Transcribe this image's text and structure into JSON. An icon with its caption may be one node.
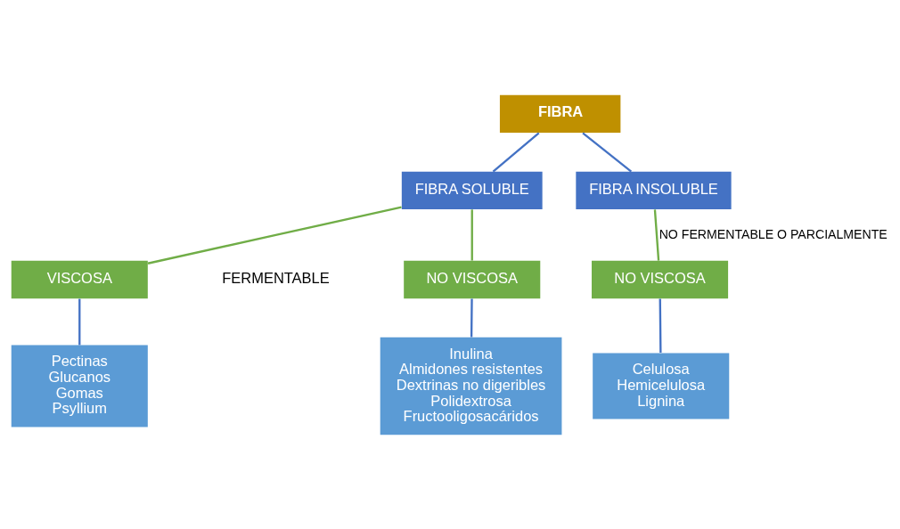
{
  "diagram": {
    "nodes": [
      {
        "text": [
          "FIBRA"
        ]
      },
      {
        "text": [
          "FIBRA SOLUBLE"
        ]
      },
      {
        "text": [
          "FIBRA INSOLUBLE"
        ]
      },
      {
        "text": [
          "VISCOSA"
        ]
      },
      {
        "text": [
          "NO VISCOSA"
        ]
      },
      {
        "text": [
          "NO VISCOSA"
        ]
      },
      {
        "text": [
          "Pectinas",
          "Glucanos",
          "Gomas",
          "Psyllium"
        ]
      },
      {
        "text": [
          "Inulina",
          "Almidones resistentes",
          "Dextrinas no digeribles",
          "Polidextrosa",
          "Fructooligosacáridos"
        ]
      },
      {
        "text": [
          "Celulosa",
          "Hemicelulosa",
          "Lignina"
        ]
      }
    ],
    "edges": [
      {
        "from": 0,
        "to": 1,
        "arrow": "none"
      },
      {
        "from": 0,
        "to": 2,
        "arrow": "none"
      },
      {
        "from": 1,
        "to": 3,
        "arrow": "none",
        "color": "#70ad47"
      },
      {
        "from": 1,
        "to": 4,
        "arrow": "none",
        "color": "#70ad47"
      },
      {
        "from": 2,
        "to": 5,
        "arrow": "none",
        "color": "#70ad47",
        "label": "NO FERMENTABLE O PARCIALMENTE"
      },
      {
        "from": 3,
        "to": 6,
        "arrow": "none"
      },
      {
        "from": 4,
        "to": 7,
        "arrow": "none"
      },
      {
        "from": 5,
        "to": 8,
        "arrow": "none"
      }
    ],
    "labels": [
      "FERMENTABLE"
    ]
  }
}
